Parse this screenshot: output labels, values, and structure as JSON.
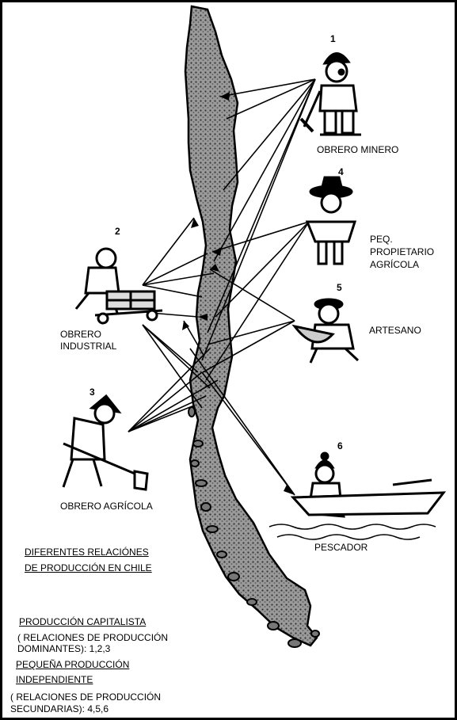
{
  "workers": [
    {
      "number": "1",
      "label": "OBRERO MINERO"
    },
    {
      "number": "2",
      "label_lines": [
        "OBRERO",
        "INDUSTRIAL"
      ]
    },
    {
      "number": "3",
      "label": "OBRERO AGRÍCOLA"
    },
    {
      "number": "4",
      "label_lines": [
        "PEQ.",
        "PROPIETARIO",
        "AGRÍCOLA"
      ]
    },
    {
      "number": "5",
      "label": "ARTESANO"
    },
    {
      "number": "6",
      "label": "PESCADOR"
    }
  ],
  "title_lines": [
    "DIFERENTES RELACIÓNES",
    "DE PRODUCCIÓN EN CHILE"
  ],
  "legend": {
    "capitalista_heading": "PRODUCCIÓN CAPITALISTA",
    "capitalista_lines": [
      "( RELACIONES DE PRODUCCIÓN",
      "DOMINANTES): 1,2,3"
    ],
    "independiente_heading_lines": [
      "PEQUEÑA PRODUCCIÓN",
      "INDEPENDIENTE"
    ],
    "independiente_lines": [
      "( RELACIONES DE PRODUCCIÓN",
      "SECUNDARIAS): 4,5,6"
    ]
  }
}
